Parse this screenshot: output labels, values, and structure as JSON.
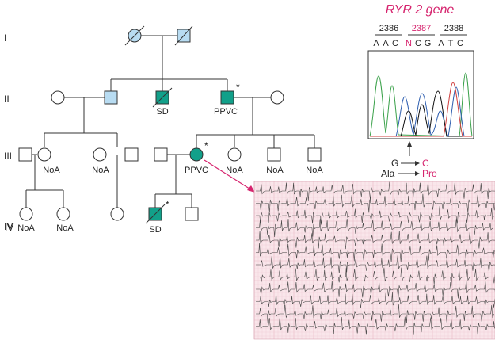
{
  "generations": [
    "I",
    "II",
    "III",
    "IV"
  ],
  "labels": {
    "sd": "SD",
    "ppvc": "PPVC",
    "noa": "NoA",
    "proband_marker": "*"
  },
  "gene": {
    "title": "RYR 2 gene",
    "codons": [
      "2386",
      "2387",
      "2388"
    ],
    "bases": [
      "A",
      "A",
      "C",
      "N",
      "C",
      "G",
      "A",
      "T",
      "C"
    ],
    "mutated_base_index": 3,
    "mutated_codon_index": 1
  },
  "mutation": {
    "from_base": "G",
    "to_base": "C",
    "from_aa": "Ala",
    "to_aa": "Pro"
  },
  "colors": {
    "affected": "#12a08a",
    "carrier": "#b8dcf2",
    "highlight": "#d6246e",
    "ecg_bg": "#f9e6ea",
    "ecg_grid": "#e9b9c5"
  }
}
